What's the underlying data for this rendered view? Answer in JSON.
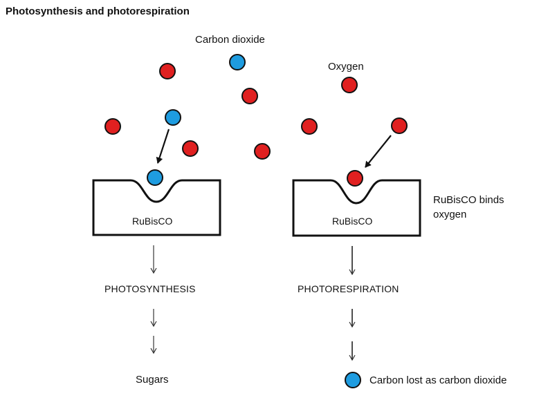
{
  "title": "Photosynthesis and photorespiration",
  "molecules": {
    "co2_label": "Carbon dioxide",
    "o2_label": "Oxygen"
  },
  "left_panel": {
    "enzyme": "RuBisCO",
    "process": "PHOTOSYNTHESIS",
    "product": "Sugars"
  },
  "right_panel": {
    "enzyme": "RuBisCO",
    "side_note_line1": "RuBisCO binds",
    "side_note_line2": "oxygen",
    "process": "PHOTORESPIRATION",
    "outcome": "Carbon lost as carbon dioxide"
  },
  "colors": {
    "co2": "#1e9ce0",
    "o2": "#e02020",
    "outline": "#111111"
  }
}
